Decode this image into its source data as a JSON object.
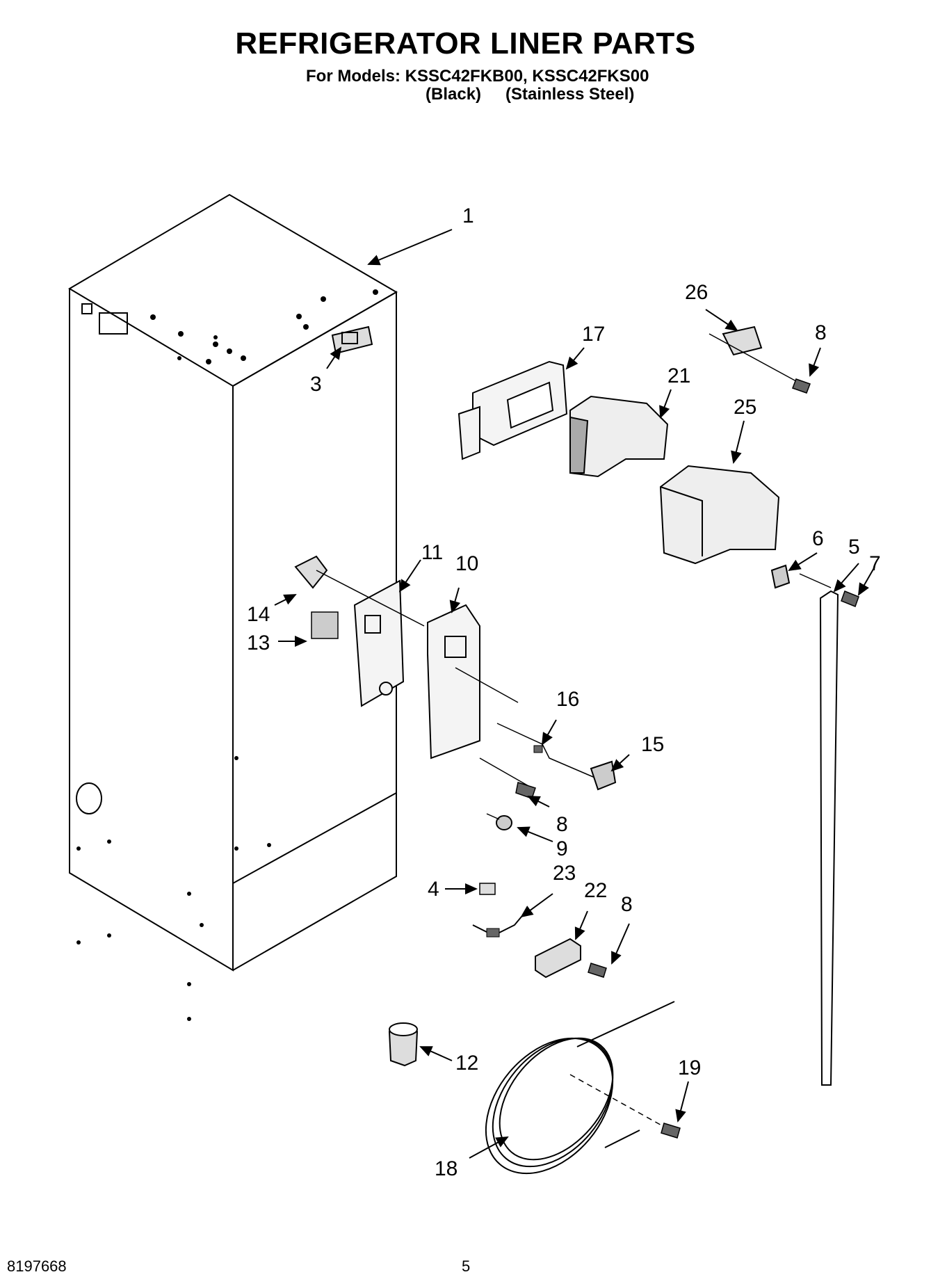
{
  "header": {
    "title": "REFRIGERATOR LINER PARTS",
    "models_line": "For Models: KSSC42FKB00, KSSC42FKS00",
    "variant_black": "(Black)",
    "variant_stainless": "(Stainless Steel)"
  },
  "callouts": {
    "c1": "1",
    "c3": "3",
    "c26": "26",
    "c8a": "8",
    "c17": "17",
    "c21": "21",
    "c25": "25",
    "c11": "11",
    "c10": "10",
    "c6": "6",
    "c5": "5",
    "c7": "7",
    "c14": "14",
    "c13": "13",
    "c16": "16",
    "c15": "15",
    "c8b": "8",
    "c9": "9",
    "c4": "4",
    "c23": "23",
    "c22": "22",
    "c8c": "8",
    "c12": "12",
    "c19": "19",
    "c18": "18"
  },
  "footer": {
    "doc_number": "8197668",
    "page_number": "5"
  }
}
